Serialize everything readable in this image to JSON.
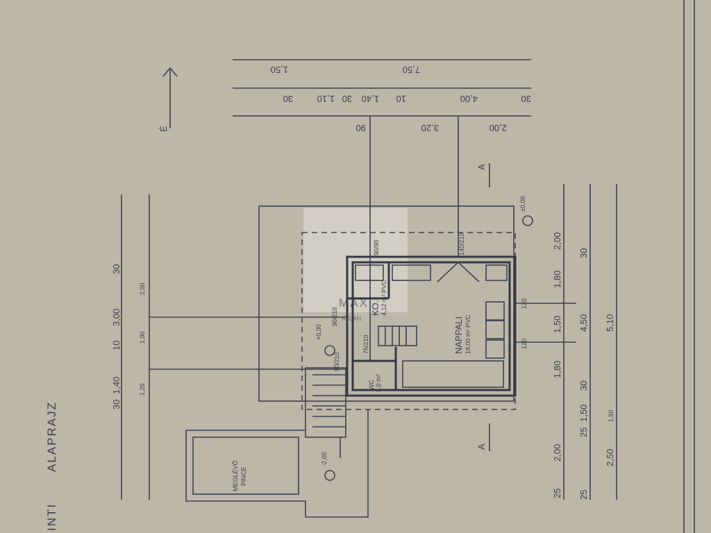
{
  "title": "ALAPRAJZ",
  "edge_text": "INTI",
  "north_label": "É",
  "section_labels": [
    "A",
    "A"
  ],
  "watermark": {
    "line1": "MAX",
    "line2": "ATLAN"
  },
  "rooms": {
    "kitchen": {
      "name": "KO.",
      "area": "4,12 m² PVC"
    },
    "living": {
      "name": "NAPPALI",
      "area": "18,00 m² PVC"
    },
    "wc": {
      "name": "WC",
      "area": "2,0 m²"
    },
    "cellar": {
      "name": "MEGLÉVŐ",
      "name2": "PINCE"
    }
  },
  "levels": {
    "entry": "±0,00",
    "inner": "+0,30",
    "cellar": "-2,00"
  },
  "openings": {
    "kitchen_window": "90/90",
    "living_window": "140/210",
    "kitchen_door": "90/210",
    "wc_door": "75/210",
    "entry_door": "90/210",
    "window_right_1": "120",
    "window_right_2": "120"
  },
  "dims_left_outer": [
    "30",
    "1,40",
    "10",
    "3,00",
    "30"
  ],
  "dims_left_inner": [
    "1,20",
    "1,90",
    "2,00"
  ],
  "dims_top_1": [
    "1,50",
    "7,50"
  ],
  "dims_top_2": [
    "30",
    "1,10",
    "30",
    "1,40",
    "10",
    "4,00",
    "30"
  ],
  "dims_top_3": [
    "90",
    "3,20",
    "2,00"
  ],
  "dims_right_1": [
    "2,00",
    "1,80",
    "1,50",
    "1,80",
    "2,00",
    "25"
  ],
  "dims_right_2": [
    "30",
    "4,50",
    "30",
    "1,50",
    "25",
    "25"
  ],
  "dims_right_3": [
    "5,10",
    "1,50",
    "2,50"
  ]
}
